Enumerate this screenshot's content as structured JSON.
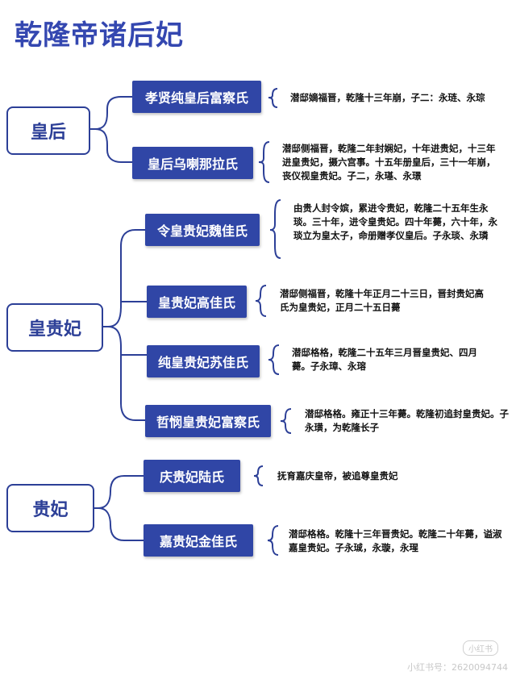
{
  "title": "乾隆帝诸后妃",
  "categories": [
    {
      "label": "皇后"
    },
    {
      "label": "皇贵妃"
    },
    {
      "label": "贵妃"
    }
  ],
  "consorts": [
    {
      "name": "孝贤纯皇后富察氏",
      "desc": "潜邸嫡福晋，乾隆十三年崩，子二：永琏、永琮"
    },
    {
      "name": "皇后乌喇那拉氏",
      "desc": "潜邸侧福晋，乾隆二年封娴妃，十年进贵妃，十三年进皇贵妃，摄六宫事。十五年册皇后，三十一年崩，丧仪视皇贵妃。子二，永璂、永璟"
    },
    {
      "name": "令皇贵妃魏佳氏",
      "desc": "由贵人封令嫔，累进令贵妃，乾隆二十五年生永琰。三十年，进令皇贵妃。四十年薨，六十年，永琰立为皇太子，命册赠孝仪皇后。子永琰、永璘"
    },
    {
      "name": "皇贵妃高佳氏",
      "desc": "潜邸侧福晋，乾隆十年正月二十三日，晋封贵妃高氏为皇贵妃，正月二十五日薨"
    },
    {
      "name": "纯皇贵妃苏佳氏",
      "desc": "潜邸格格，乾隆二十五年三月晋皇贵妃、四月薨。子永璋、永瑢"
    },
    {
      "name": "哲悯皇贵妃富察氏",
      "desc": "潜邸格格。雍正十三年薨。乾隆初追封皇贵妃。子永璜，为乾隆长子"
    },
    {
      "name": "庆贵妃陆氏",
      "desc": "抚育嘉庆皇帝，被追尊皇贵妃"
    },
    {
      "name": "嘉贵妃金佳氏",
      "desc": "潜邸格格。乾隆十三年晋贵妃。乾隆二十年薨，谥淑嘉皇贵妃。子永珹，永璇，永瑆"
    }
  ],
  "watermark": {
    "logo": "小红书",
    "id": "小红书号：2620094744"
  },
  "colors": {
    "accent": "#3046a6",
    "title": "#3447b0",
    "line": "#2c3f97"
  }
}
